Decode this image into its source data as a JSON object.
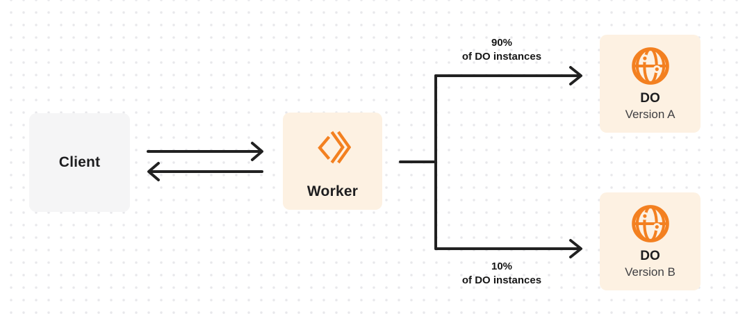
{
  "colors": {
    "accent_orange": "#F38020",
    "node_cream_bg": "#FDF1E2",
    "node_gray_bg": "#F5F5F6",
    "connector_dark": "#212121",
    "grid_dot": "#E8E8EB"
  },
  "nodes": {
    "client": {
      "label": "Client"
    },
    "worker": {
      "label": "Worker",
      "icon": "workers-chevrons-icon"
    },
    "do_version_a": {
      "title": "DO",
      "subtitle": "Version A",
      "icon": "globe-icon"
    },
    "do_version_b": {
      "title": "DO",
      "subtitle": "Version B",
      "icon": "globe-icon"
    }
  },
  "edge_labels": {
    "to_version_a": {
      "percent": "90%",
      "caption": "of DO instances"
    },
    "to_version_b": {
      "percent": "10%",
      "caption": "of DO instances"
    }
  }
}
